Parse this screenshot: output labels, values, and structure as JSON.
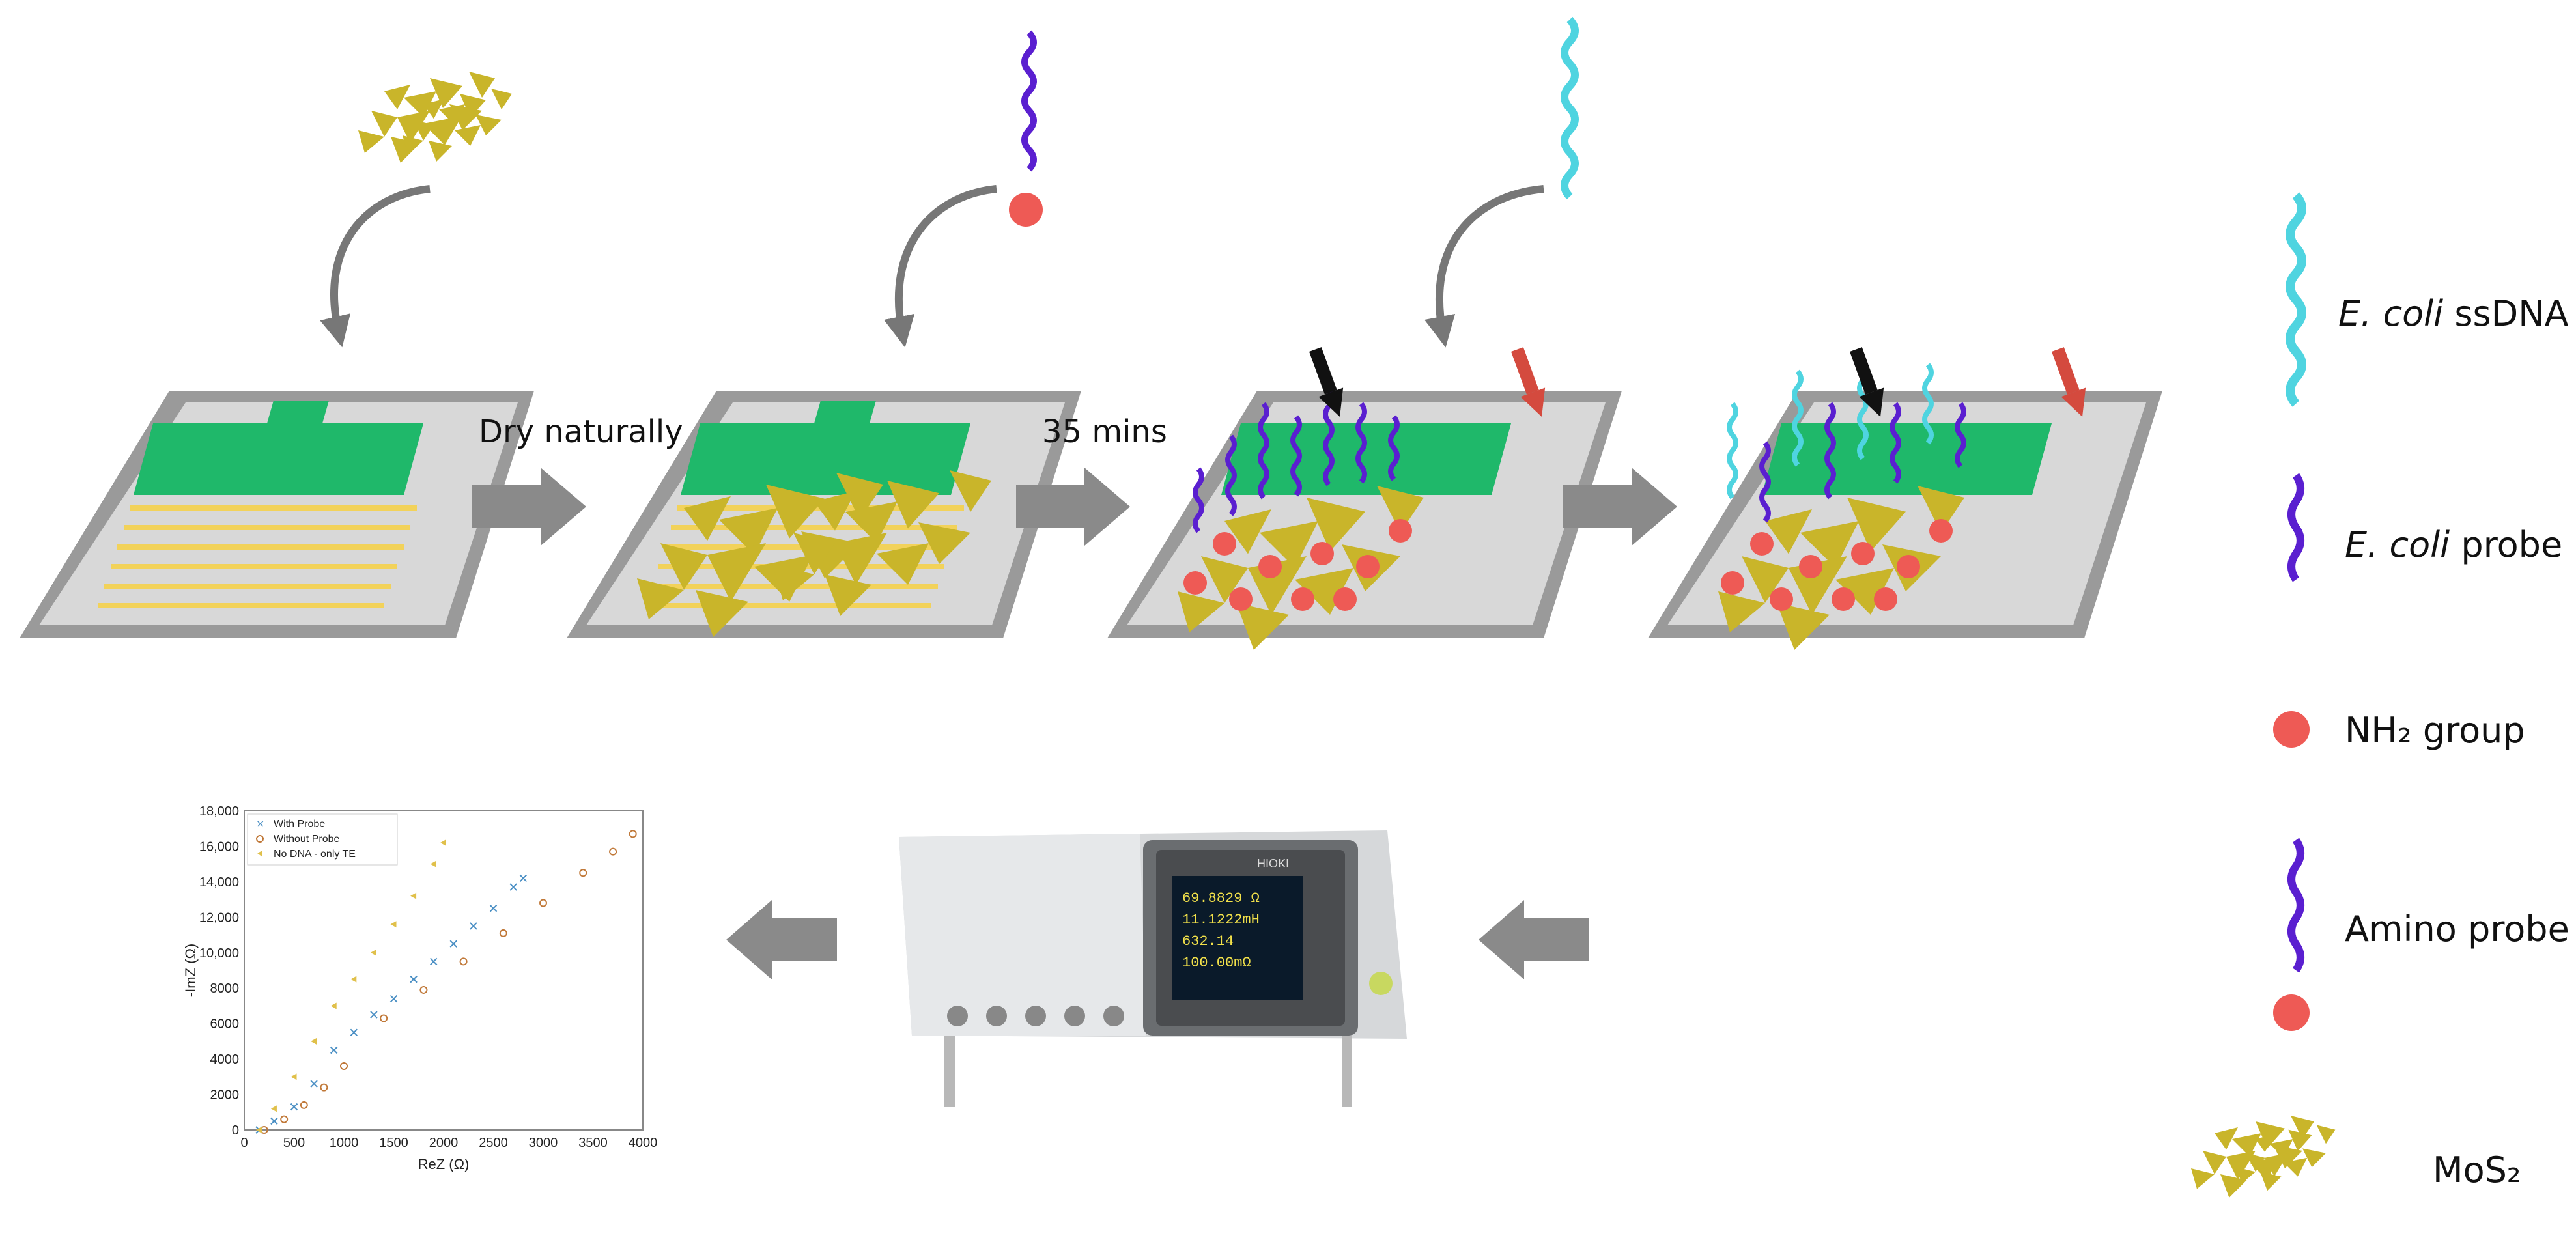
{
  "steps": {
    "dry_label": "Dry naturally",
    "time_label": "35 mins"
  },
  "legend": {
    "ecoli_ssdna": {
      "italic": "E. coli",
      "rest": " ssDNA",
      "color": "#4fd4e0"
    },
    "ecoli_probe": {
      "italic": "E. coli",
      "rest": " probe",
      "color": "#5a1fd0"
    },
    "nh2_group": {
      "text": "NH₂ group",
      "color": "#ee5a55"
    },
    "amino_probe": {
      "text": "Amino probe"
    },
    "mos2": {
      "text": "MoS₂",
      "color": "#c9b52a"
    }
  },
  "colors": {
    "electrode_green": "#1fb86a",
    "electrode_gold": "#f2d25a",
    "substrate_gray": "#9a9a9a",
    "arrow_gray": "#8a8a8a"
  },
  "meter": {
    "brand": "HIOKI",
    "readings": [
      "69.8829 Ω",
      "11.1222mH",
      "632.14",
      "100.00mΩ"
    ]
  },
  "chart_data": {
    "type": "scatter",
    "xlabel": "ReZ (Ω)",
    "ylabel": "-ImZ (Ω)",
    "xlim": [
      0,
      4000
    ],
    "ylim": [
      0,
      18000
    ],
    "x_ticks": [
      "0",
      "500",
      "1000",
      "1500",
      "2000",
      "2500",
      "3000",
      "3500",
      "4000"
    ],
    "y_ticks": [
      "0",
      "2000",
      "4000",
      "6000",
      "8000",
      "10,000",
      "12,000",
      "14,000",
      "16,000",
      "18,000"
    ],
    "legend": "top-left",
    "series": [
      {
        "name": "With Probe",
        "marker": "x",
        "color": "#4a8fc4",
        "x": [
          150,
          300,
          500,
          700,
          900,
          1100,
          1300,
          1500,
          1700,
          1900,
          2100,
          2300,
          2500,
          2700,
          2800
        ],
        "y": [
          0,
          500,
          1300,
          2600,
          4500,
          5500,
          6500,
          7400,
          8500,
          9500,
          10500,
          11500,
          12500,
          13700,
          14200
        ]
      },
      {
        "name": "Without Probe",
        "marker": "o",
        "color": "#c07838",
        "x": [
          200,
          400,
          600,
          800,
          1000,
          1400,
          1800,
          2200,
          2600,
          3000,
          3400,
          3700,
          3900
        ],
        "y": [
          0,
          600,
          1400,
          2400,
          3600,
          6300,
          7900,
          9500,
          11100,
          12800,
          14500,
          15700,
          16700
        ]
      },
      {
        "name": "No DNA - only TE",
        "marker": "d",
        "color": "#e0c04a",
        "x": [
          150,
          300,
          500,
          700,
          900,
          1100,
          1300,
          1500,
          1700,
          1900,
          2000
        ],
        "y": [
          0,
          1200,
          3000,
          5000,
          7000,
          8500,
          10000,
          11600,
          13200,
          15000,
          16200
        ]
      }
    ]
  }
}
